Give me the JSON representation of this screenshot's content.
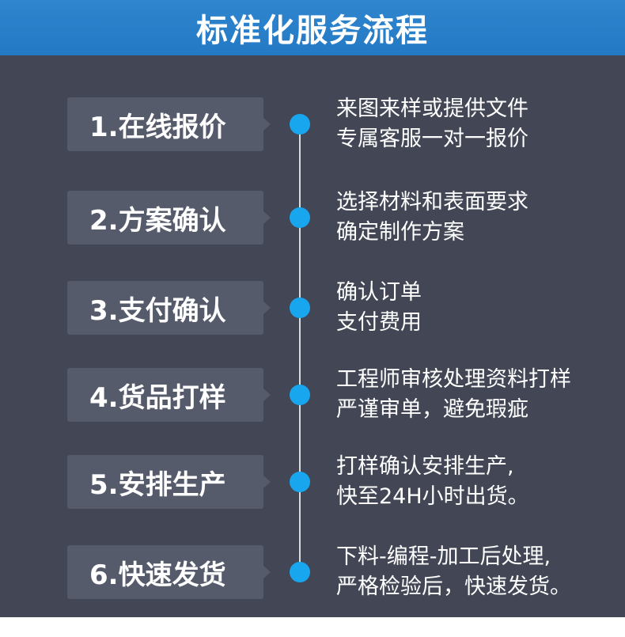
{
  "header": {
    "title": "标准化服务流程"
  },
  "colors": {
    "header_bg": "#2379c3",
    "panel_bg": "#434755",
    "box_bg": "#565b6c",
    "dot": "#18a6ee",
    "line": "#d9dbe1",
    "text": "#ffffff"
  },
  "steps": [
    {
      "label": "1.在线报价",
      "desc": [
        "来图来样或提供文件",
        "专属客服一对一报价"
      ]
    },
    {
      "label": "2.方案确认",
      "desc": [
        "选择材料和表面要求",
        "确定制作方案"
      ]
    },
    {
      "label": "3.支付确认",
      "desc": [
        "确认订单",
        "支付费用"
      ]
    },
    {
      "label": "4.货品打样",
      "desc": [
        "工程师审核处理资料打样",
        "严谨审单，避免瑕疵"
      ]
    },
    {
      "label": "5.安排生产",
      "desc": [
        "打样确认安排生产,",
        "快至24H小时出货。"
      ]
    },
    {
      "label": "6.快速发货",
      "desc": [
        "下料-编程-加工后处理,",
        "严格检验后，快速发货。"
      ]
    }
  ]
}
